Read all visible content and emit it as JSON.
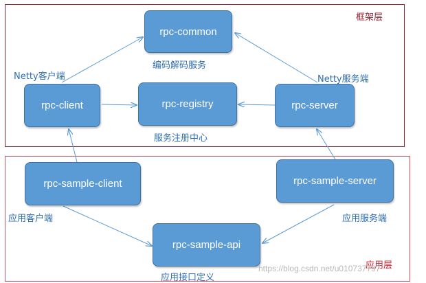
{
  "groups": {
    "framework": "框架层",
    "application": "应用层"
  },
  "boxes": {
    "rpc_common": "rpc-common",
    "rpc_client": "rpc-client",
    "rpc_registry": "rpc-registry",
    "rpc_server": "rpc-server",
    "rpc_sample_client": "rpc-sample-client",
    "rpc_sample_server": "rpc-sample-server",
    "rpc_sample_api": "rpc-sample-api"
  },
  "labels": {
    "codec_service": "编码解码服务",
    "netty_client": "Netty客户端",
    "netty_server": "Netty服务端",
    "registry_center": "服务注册中心",
    "app_client": "应用客户端",
    "app_server": "应用服务端",
    "app_interface": "应用接口定义"
  },
  "watermark": "https://blog.csdn.net/u010737797",
  "colors": {
    "box_fill": "#5b9bd5",
    "box_border": "#41719c",
    "arrow": "#5b9bd5",
    "label_text": "#2e6db4",
    "framework_border": "#8b2332",
    "application_border": "#e0505a"
  }
}
